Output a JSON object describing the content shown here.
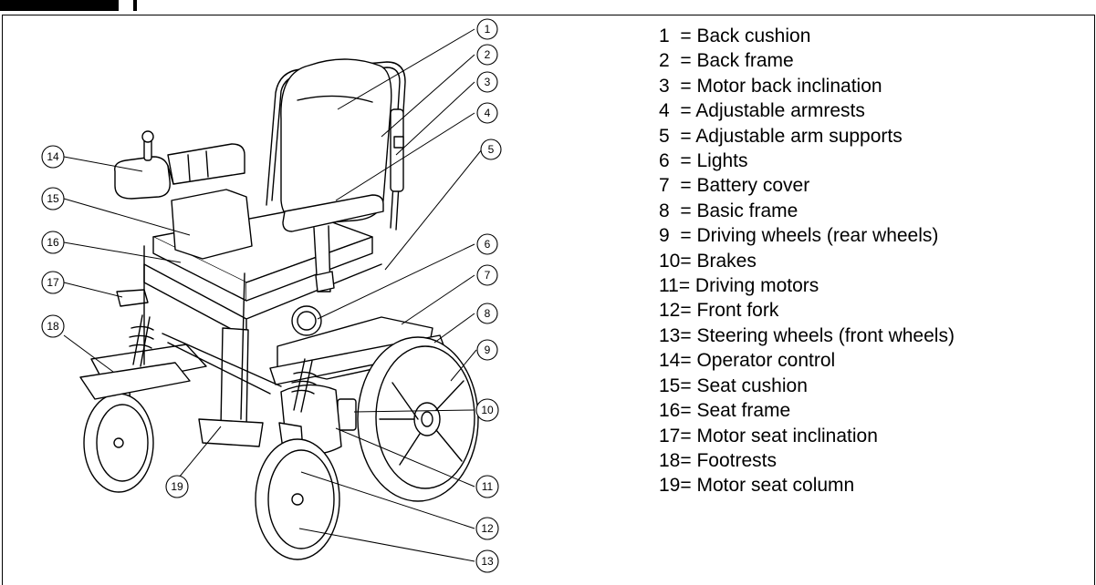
{
  "legend": [
    {
      "num": "1",
      "sep": "  = ",
      "label": "Back cushion"
    },
    {
      "num": "2",
      "sep": "  = ",
      "label": "Back frame"
    },
    {
      "num": "3",
      "sep": "  = ",
      "label": "Motor back inclination"
    },
    {
      "num": "4",
      "sep": "  = ",
      "label": "Adjustable armrests"
    },
    {
      "num": "5",
      "sep": "  = ",
      "label": "Adjustable arm supports"
    },
    {
      "num": "6",
      "sep": "  = ",
      "label": "Lights"
    },
    {
      "num": "7",
      "sep": "  = ",
      "label": "Battery cover"
    },
    {
      "num": "8",
      "sep": "  = ",
      "label": "Basic frame"
    },
    {
      "num": "9",
      "sep": "  = ",
      "label": "Driving wheels (rear wheels)"
    },
    {
      "num": "10",
      "sep": "= ",
      "label": "Brakes"
    },
    {
      "num": "11",
      "sep": "= ",
      "label": "Driving motors"
    },
    {
      "num": "12",
      "sep": "= ",
      "label": "Front fork"
    },
    {
      "num": "13",
      "sep": "= ",
      "label": "Steering wheels (front wheels)"
    },
    {
      "num": "14",
      "sep": "= ",
      "label": "Operator control"
    },
    {
      "num": "15",
      "sep": "= ",
      "label": "Seat cushion"
    },
    {
      "num": "16",
      "sep": "= ",
      "label": "Seat frame"
    },
    {
      "num": "17",
      "sep": "= ",
      "label": "Motor seat inclination"
    },
    {
      "num": "18",
      "sep": "= ",
      "label": "Footrests"
    },
    {
      "num": "19",
      "sep": "= ",
      "label": "Motor seat column"
    }
  ],
  "callouts": [
    "1",
    "2",
    "3",
    "4",
    "5",
    "6",
    "7",
    "8",
    "9",
    "10",
    "11",
    "12",
    "13",
    "14",
    "15",
    "16",
    "17",
    "18",
    "19"
  ]
}
